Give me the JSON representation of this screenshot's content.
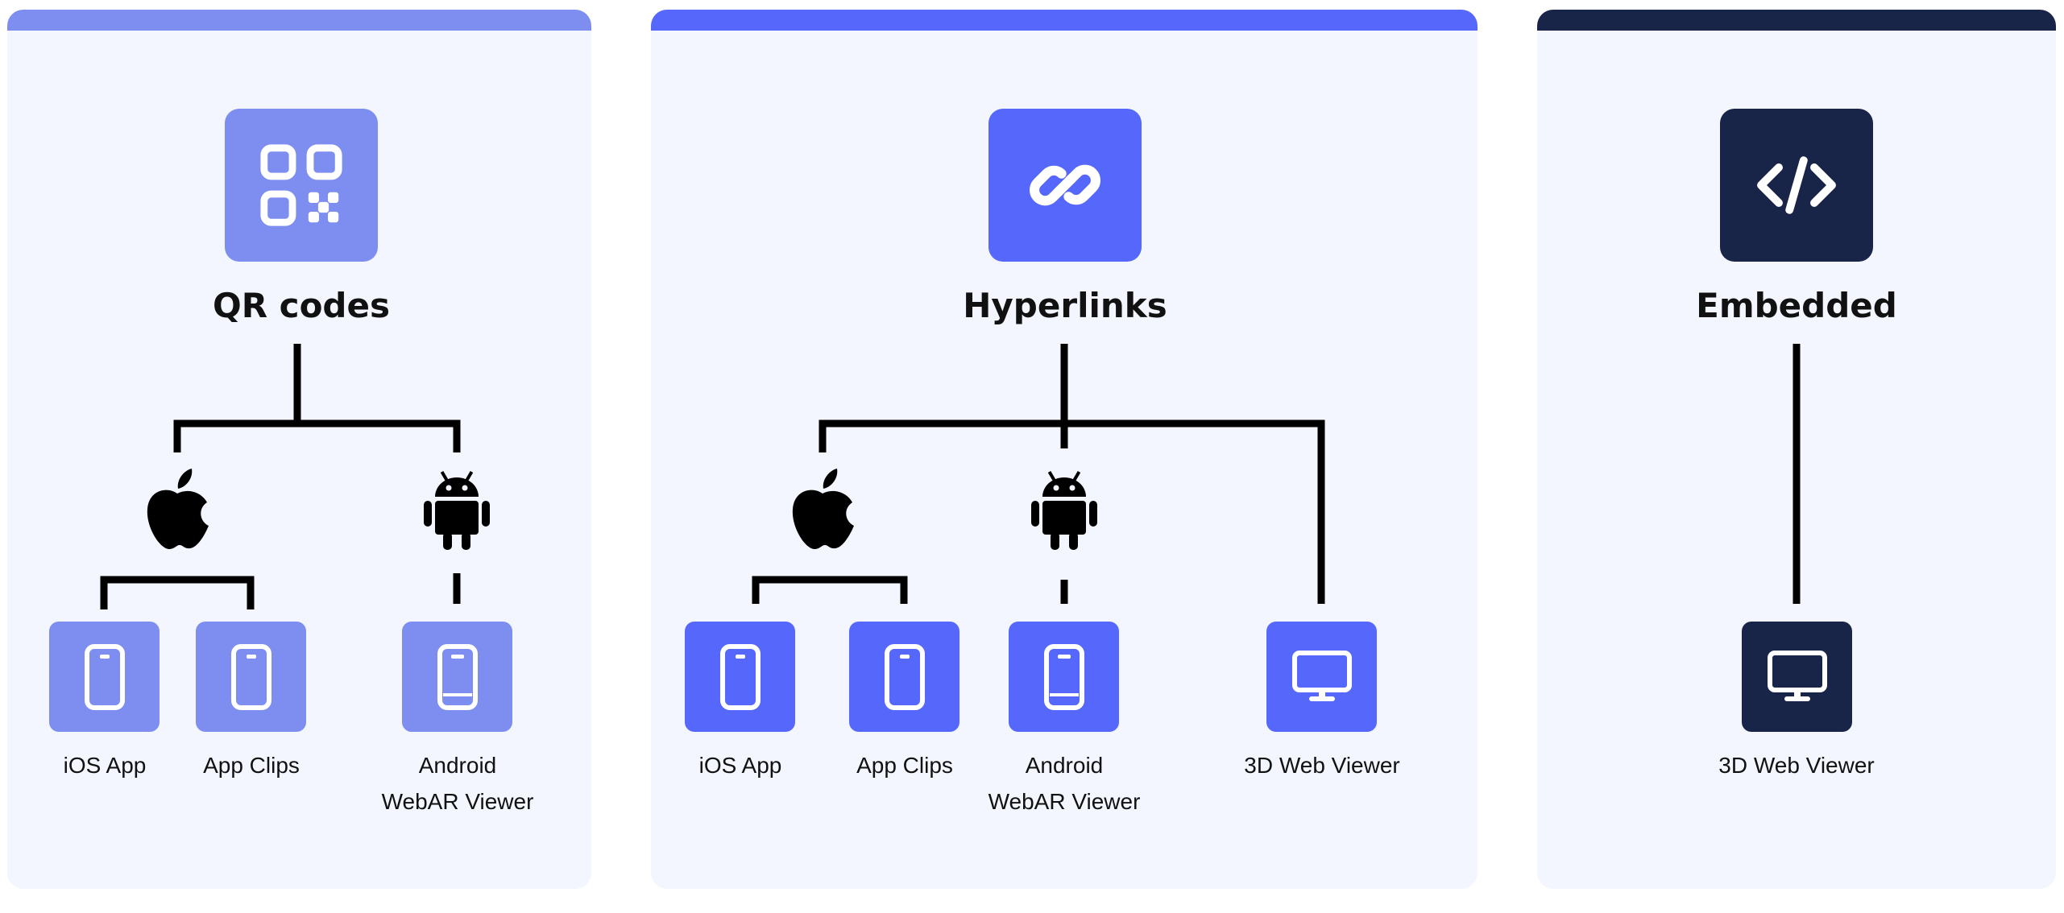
{
  "colors": {
    "qr_accent": "#7d8ef0",
    "link_accent": "#5568fb",
    "embed_accent": "#192449",
    "line": "#000000",
    "card_bg": "#f3f6fe"
  },
  "sections": [
    {
      "title": "QR codes",
      "hero_icon": "qr-code-icon",
      "platforms": [
        "apple-icon",
        "android-icon"
      ],
      "targets": [
        {
          "icon": "phone-icon",
          "label_lines": [
            "iOS App"
          ]
        },
        {
          "icon": "phone-icon",
          "label_lines": [
            "App Clips"
          ]
        },
        {
          "icon": "phone-icon",
          "label_lines": [
            "Android",
            "WebAR Viewer"
          ]
        }
      ]
    },
    {
      "title": "Hyperlinks",
      "hero_icon": "link-icon",
      "platforms": [
        "apple-icon",
        "android-icon"
      ],
      "targets": [
        {
          "icon": "phone-icon",
          "label_lines": [
            "iOS App"
          ]
        },
        {
          "icon": "phone-icon",
          "label_lines": [
            "App Clips"
          ]
        },
        {
          "icon": "phone-icon",
          "label_lines": [
            "Android",
            "WebAR Viewer"
          ]
        },
        {
          "icon": "monitor-icon",
          "label_lines": [
            "3D Web Viewer"
          ]
        }
      ]
    },
    {
      "title": "Embedded",
      "hero_icon": "code-icon",
      "platforms": [],
      "targets": [
        {
          "icon": "monitor-icon",
          "label_lines": [
            "3D Web Viewer"
          ]
        }
      ]
    }
  ]
}
